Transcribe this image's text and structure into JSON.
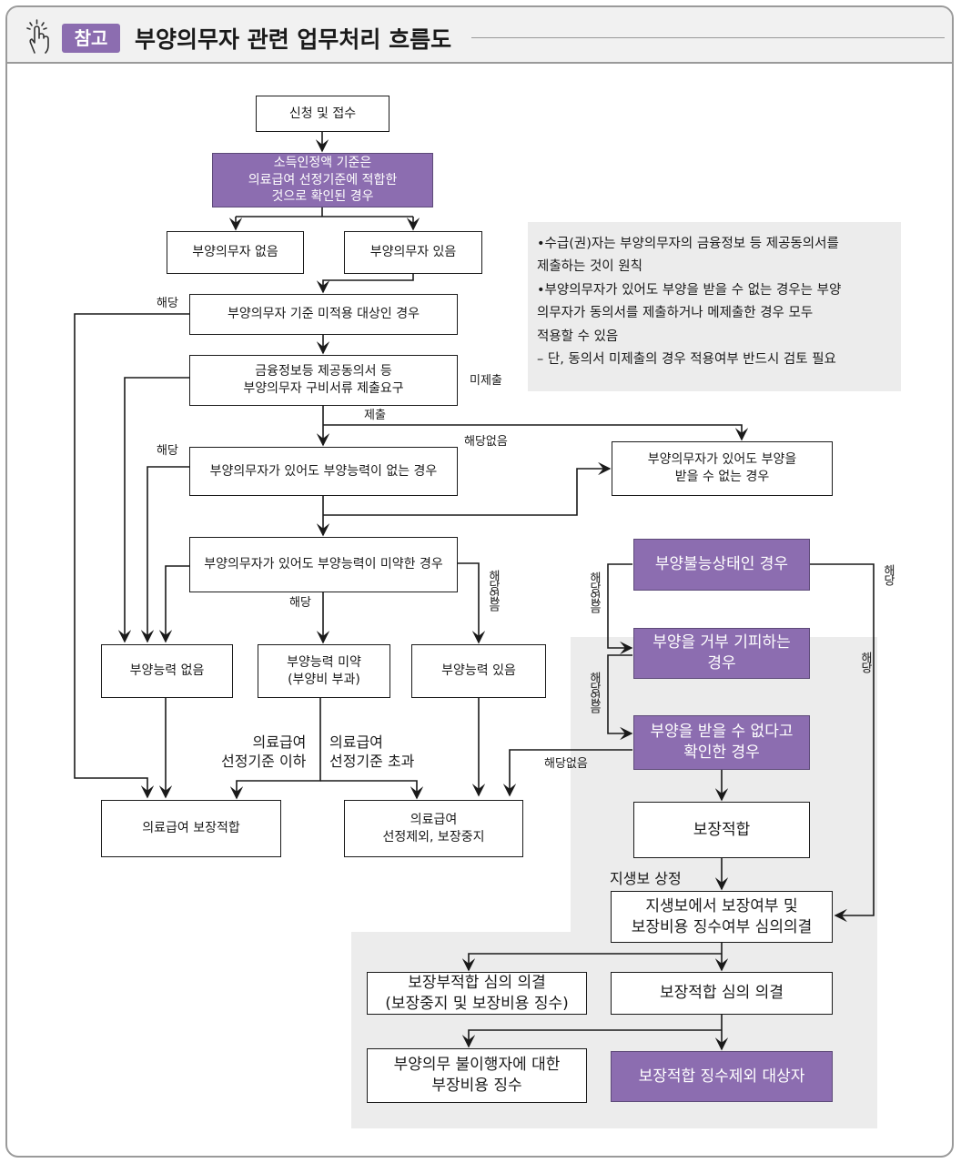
{
  "header": {
    "tag": "참고",
    "title": "부양의무자 관련 업무처리 흐름도"
  },
  "nodes": {
    "apply": "신청 및 접수",
    "income": "소득인정액 기준은\n의료급여 선정기준에 적합한\n것으로 확인된 경우",
    "no_supporter": "부양의무자 없음",
    "has_supporter": "부양의무자 있음",
    "not_applicable": "부양의무자 기준 미적용 대상인 경우",
    "submit_request": "금융정보등 제공동의서 등\n부양의무자 구비서류 제출요구",
    "no_ability_case": "부양의무자가 있어도 부양능력이 없는 경우",
    "cannot_receive": "부양의무자가 있어도 부양을\n받을 수 없는 경우",
    "weak_ability_case": "부양의무자가 있어도 부양능력이 미약한 경우",
    "no_ability": "부양능력 없음",
    "weak_ability": "부양능력 미약\n(부양비 부과)",
    "has_ability": "부양능력 있음",
    "eligible": "의료급여 보장적합",
    "excluded": "의료급여\n선정제외, 보장중지",
    "incapable": "부양불능상태인 경우",
    "refuse": "부양을 거부 기피하는\n경우",
    "confirmed": "부양을 받을 수 없다고\n확인한 경우",
    "protect_ok": "보장적합",
    "committee": "지생보에서 보장여부 및\n보장비용 징수여부 심의의결",
    "unfit_decision": "보장부적합 심의 의결\n(보장중지 및 보장비용 징수)",
    "fit_decision": "보장적합 심의 의결",
    "collect": "부양의무 불이행자에 대한\n부장비용 징수",
    "exempt": "보장적합 징수제외 대상자"
  },
  "labels": {
    "applicable": "해당",
    "not_submitted": "미제출",
    "submitted": "제출",
    "not_applicable": "해당없음",
    "below": "의료급여\n선정기준 이하",
    "above": "의료급여\n선정기준 초과",
    "local_committee": "지생보 상정"
  },
  "notes": [
    "•수급(권)자는 부양의무자의 금융정보 등 제공동의서를\n 제출하는 것이 원칙",
    "•부양의무자가 있어도 부양을 받을 수 없는 경우는 부양\n 의무자가 동의서를 제출하거나 메제출한 경우 모두\n 적용할 수 있음",
    " – 단, 동의서 미제출의 경우 적용여부 반드시 검토 필요"
  ],
  "colors": {
    "accent": "#8c6db0",
    "shade": "#ececec",
    "frame": "#9a9a9a"
  }
}
